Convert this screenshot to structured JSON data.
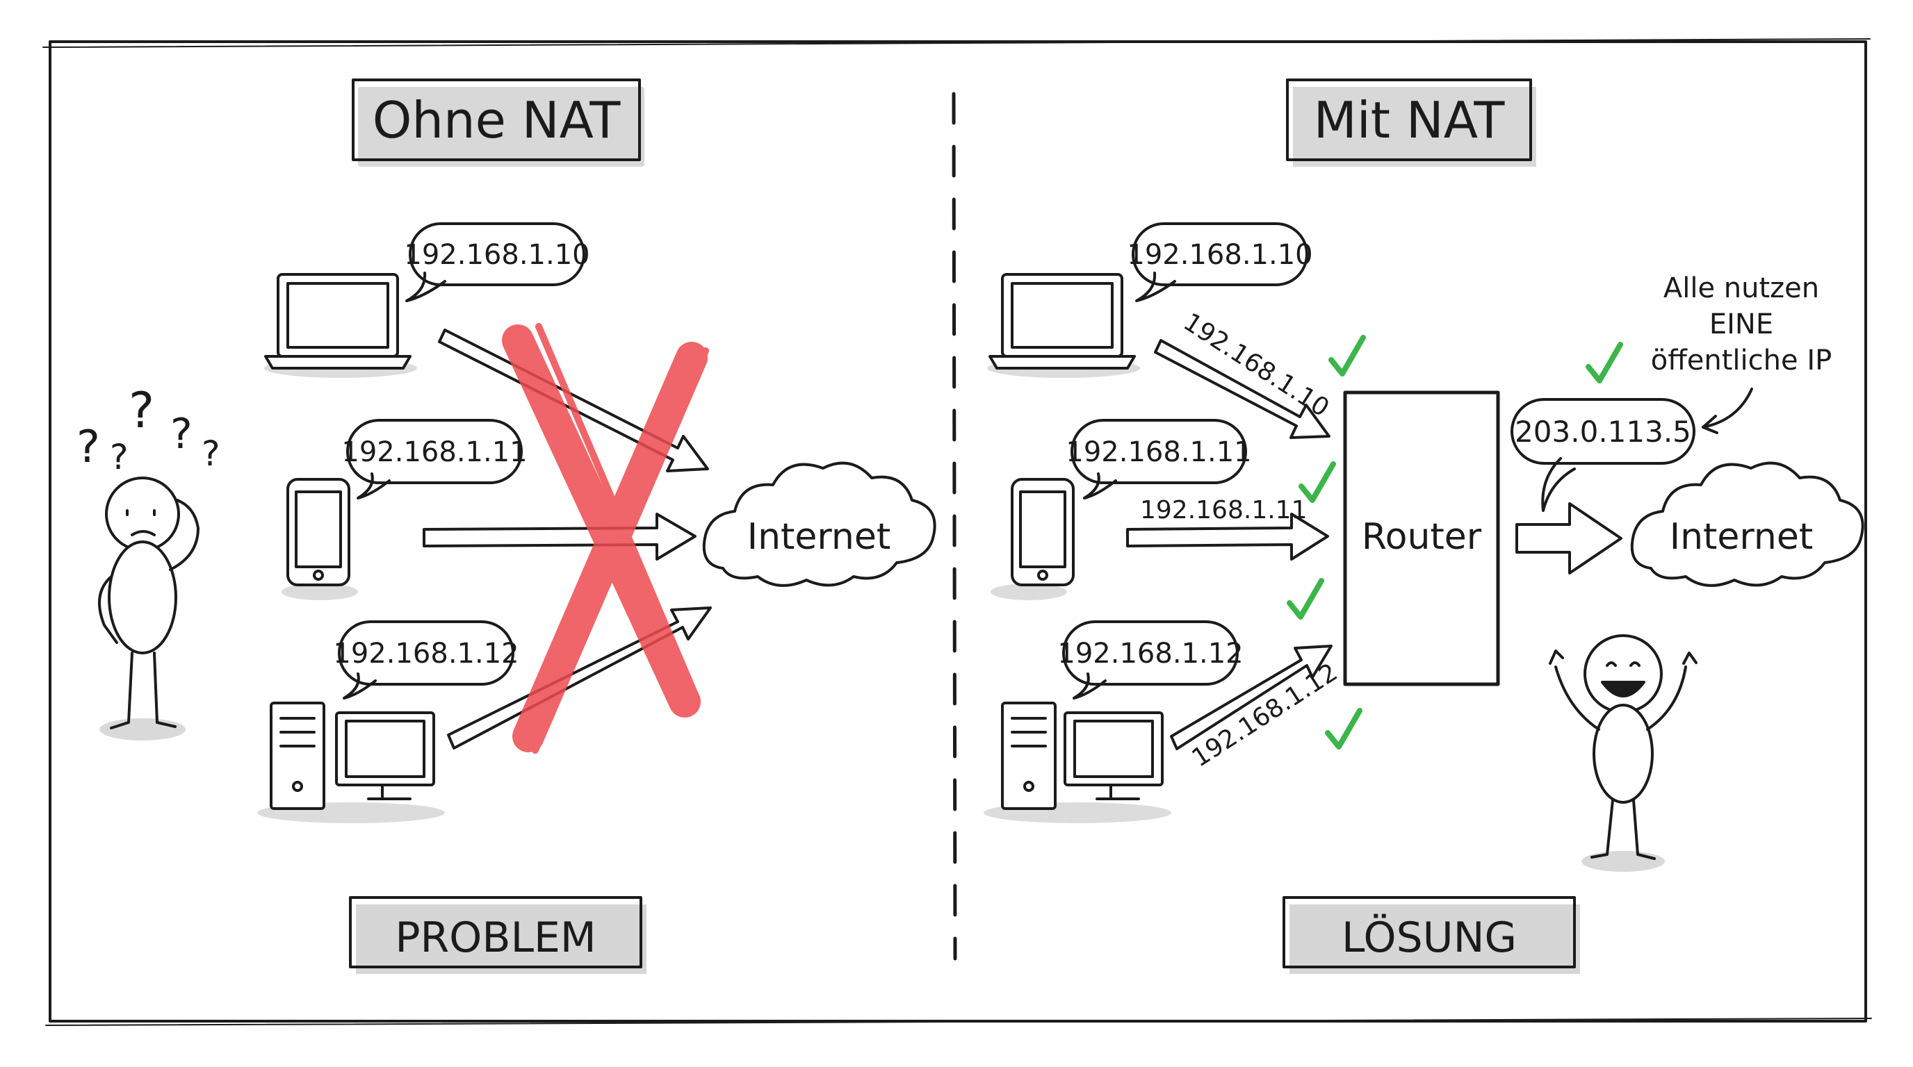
{
  "left": {
    "title": "Ohne NAT",
    "devices": [
      {
        "icon": "laptop-icon",
        "ip": "192.168.1.10"
      },
      {
        "icon": "smartphone-icon",
        "ip": "192.168.1.11"
      },
      {
        "icon": "desktop-computer-icon",
        "ip": "192.168.1.12"
      }
    ],
    "cloud_label": "Internet",
    "badge": "PROBLEM",
    "badge_color": "#e8575a"
  },
  "right": {
    "title": "Mit NAT",
    "devices": [
      {
        "icon": "laptop-icon",
        "ip": "192.168.1.10",
        "arrow_label": "192.168.1.10"
      },
      {
        "icon": "smartphone-icon",
        "ip": "192.168.1.11",
        "arrow_label": "192.168.1.11"
      },
      {
        "icon": "desktop-computer-icon",
        "ip": "192.168.1.12",
        "arrow_label": "192.168.1.12"
      }
    ],
    "router_label": "Router",
    "router_color": "#2aa886",
    "public_ip": "203.0.113.5",
    "note_lines": [
      "Alle nutzen",
      "EINE",
      "öffentliche IP"
    ],
    "cloud_label": "Internet",
    "badge": "LÖSUNG",
    "badge_color": "#2aa886"
  },
  "colors": {
    "ink": "#1b1b1b",
    "cross": "#ee4b4f",
    "check": "#3cb54a",
    "arrow_green": "#2aa886"
  }
}
